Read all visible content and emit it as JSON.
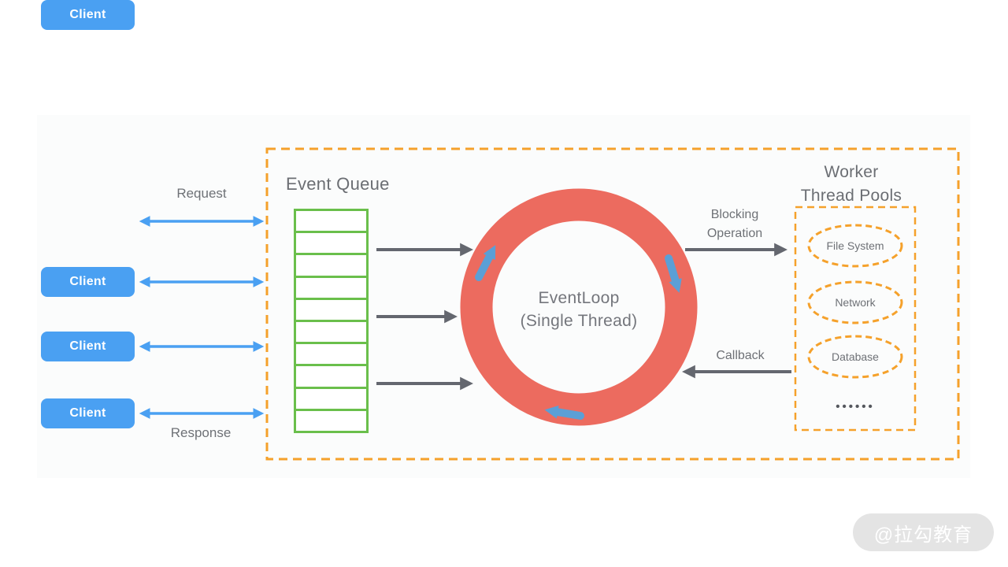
{
  "clients": {
    "count": 4,
    "label": "Client",
    "request_label": "Request",
    "response_label": "Response"
  },
  "event_queue": {
    "title": "Event Queue",
    "cell_count": 10
  },
  "event_loop": {
    "title_line1": "EventLoop",
    "title_line2": "(Single Thread)"
  },
  "worker_pools": {
    "title_line1": "Worker",
    "title_line2": "Thread Pools",
    "items": [
      "File System",
      "Network",
      "Database"
    ],
    "ellipsis": "••••••"
  },
  "edge_labels": {
    "blocking_line1": "Blocking",
    "blocking_line2": "Operation",
    "callback": "Callback"
  },
  "watermark": "@拉勾教育",
  "colors": {
    "client_blue": "#4aa0f2",
    "queue_green": "#6abf4b",
    "ring_salmon": "#ec6b5f",
    "ring_arrow_blue": "#5b9fd6",
    "dashed_orange": "#f5a12b",
    "arrow_gray": "#64676f",
    "text_gray": "#6e7176",
    "watermark_bg": "#e4e4e4"
  }
}
